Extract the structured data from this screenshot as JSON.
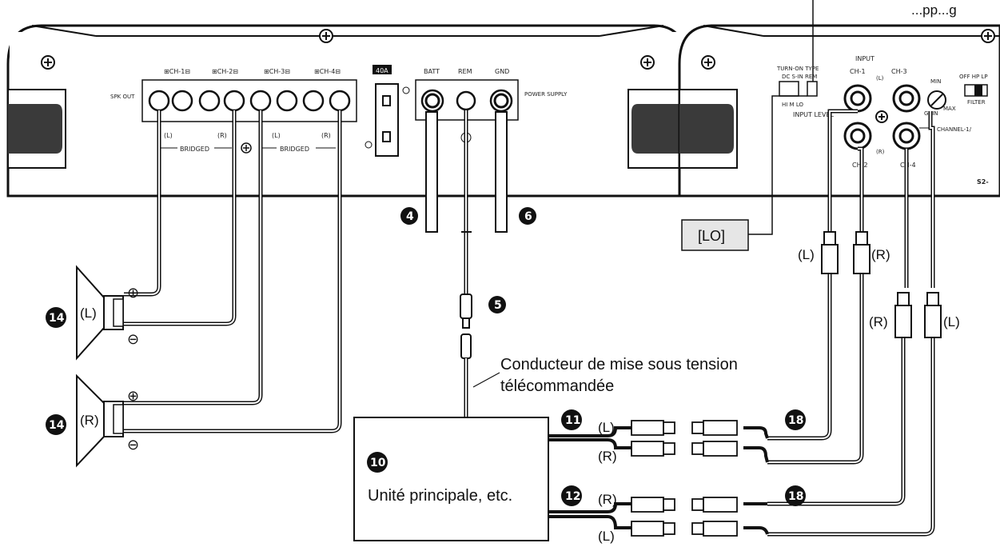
{
  "amp_left": {
    "channel_labels": [
      "⊞CH-1⊟",
      "⊞CH-2⊟",
      "⊞CH-3⊟",
      "⊞CH-4⊟"
    ],
    "spk_out": "SPK OUT",
    "bridged_left_l": "(L)",
    "bridged_left_r": "(R)",
    "bridged_right_l": "(L)",
    "bridged_right_r": "(R)",
    "bridged": "BRIDGED",
    "fuse": "40A",
    "batt": "BATT",
    "rem": "REM",
    "gnd": "GND",
    "power_supply": "POWER SUPPLY"
  },
  "amp_right": {
    "input": "INPUT",
    "turn_on_type": "TURN-ON TYPE",
    "turn_on_opts": "DC  S-IN  REM",
    "input_level_marks": "HI   M   LO",
    "input_level": "INPUT LEVEL",
    "ch1": "CH-1",
    "ch2": "CH-2",
    "ch3": "CH-3",
    "ch4": "CH-4",
    "l_mark": "(L)",
    "r_mark": "(R)",
    "gain": "GAIN",
    "gain_min": "MIN",
    "gain_max": "MAX",
    "filter_opts": "OFF  HP  LP",
    "filter": "FILTER",
    "channel_partial": "CHANNEL-1/",
    "model_partial": "S2-",
    "tr_partial": "...pp...g"
  },
  "labels": {
    "lo": "[LO]",
    "rca_l1": "(L)",
    "rca_r1": "(R)",
    "rca_r2": "(R)",
    "rca_l2": "(L)",
    "spk_l": "(L)",
    "spk_r": "(R)",
    "plus": "⊕",
    "minus": "⊖",
    "remote_line1": "Conducteur de mise sous tension",
    "remote_line2": "télécommandée",
    "head_unit": "Unité principale, etc.",
    "out1_l": "(L)",
    "out1_r": "(R)",
    "out2_r": "(R)",
    "out2_l": "(L)"
  },
  "callouts": {
    "batt": "4",
    "rem_connector": "5",
    "gnd": "6",
    "head_unit": "10",
    "output1": "11",
    "output2": "12",
    "speaker_l": "14",
    "speaker_r": "14",
    "rca_top": "18",
    "rca_bottom": "18"
  }
}
